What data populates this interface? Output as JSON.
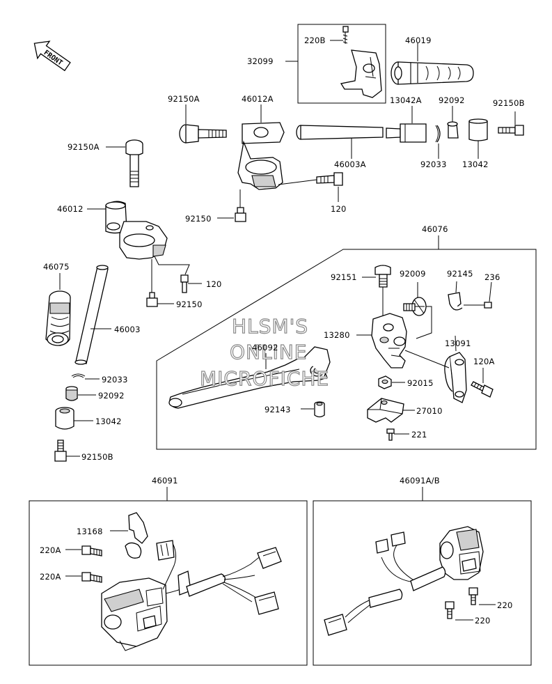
{
  "front_label": "FRONT",
  "watermark": [
    "HLSM'S",
    "ONLINE",
    "MICROFICHE"
  ],
  "labels": {
    "p220B": "220B",
    "p46019": "46019",
    "p32099": "32099",
    "p92150A_top": "92150A",
    "p46012A": "46012A",
    "p13042A": "13042A",
    "p92092_top": "92092",
    "p92150B_top": "92150B",
    "p92150A_left": "92150A",
    "p46003A": "46003A",
    "p92033_top": "92033",
    "p13042_top": "13042",
    "p120_top": "120",
    "p46012": "46012",
    "p92150_top": "92150",
    "p46076": "46076",
    "p46075": "46075",
    "p120_mid": "120",
    "p92150_mid": "92150",
    "p92151": "92151",
    "p92009": "92009",
    "p92145": "92145",
    "p236": "236",
    "p46003": "46003",
    "p13280": "13280",
    "p46092": "46092",
    "p13091": "13091",
    "p120A": "120A",
    "p92033_low": "92033",
    "p92015": "92015",
    "p92092_low": "92092",
    "p92143": "92143",
    "p27010": "27010",
    "p13042_low": "13042",
    "p221": "221",
    "p92150B_low": "92150B",
    "p46091": "46091",
    "p46091AB": "46091A/B",
    "p13168": "13168",
    "p220A_1": "220A",
    "p220A_2": "220A",
    "p220_1": "220",
    "p220_2": "220"
  }
}
